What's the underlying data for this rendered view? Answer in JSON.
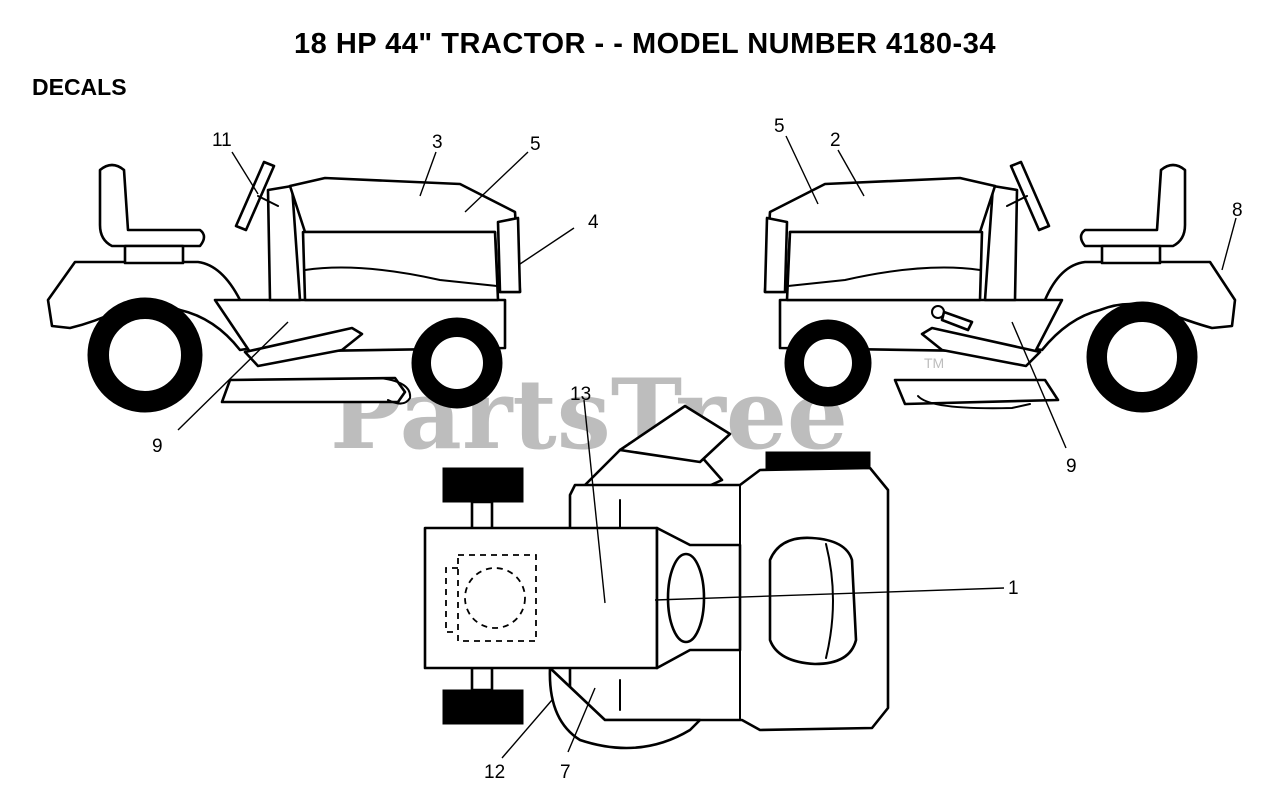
{
  "title": "18 HP 44\" TRACTOR - - MODEL NUMBER 4180-34",
  "section": "DECALS",
  "watermark": {
    "text": "PartsTree",
    "tm": "TM"
  },
  "callouts": {
    "c1": "1",
    "c2": "2",
    "c3": "3",
    "c4": "4",
    "c5_left": "5",
    "c5_right": "5",
    "c7": "7",
    "c8": "8",
    "c9_left": "9",
    "c9_right": "9",
    "c11": "11",
    "c12": "12",
    "c13": "13"
  }
}
